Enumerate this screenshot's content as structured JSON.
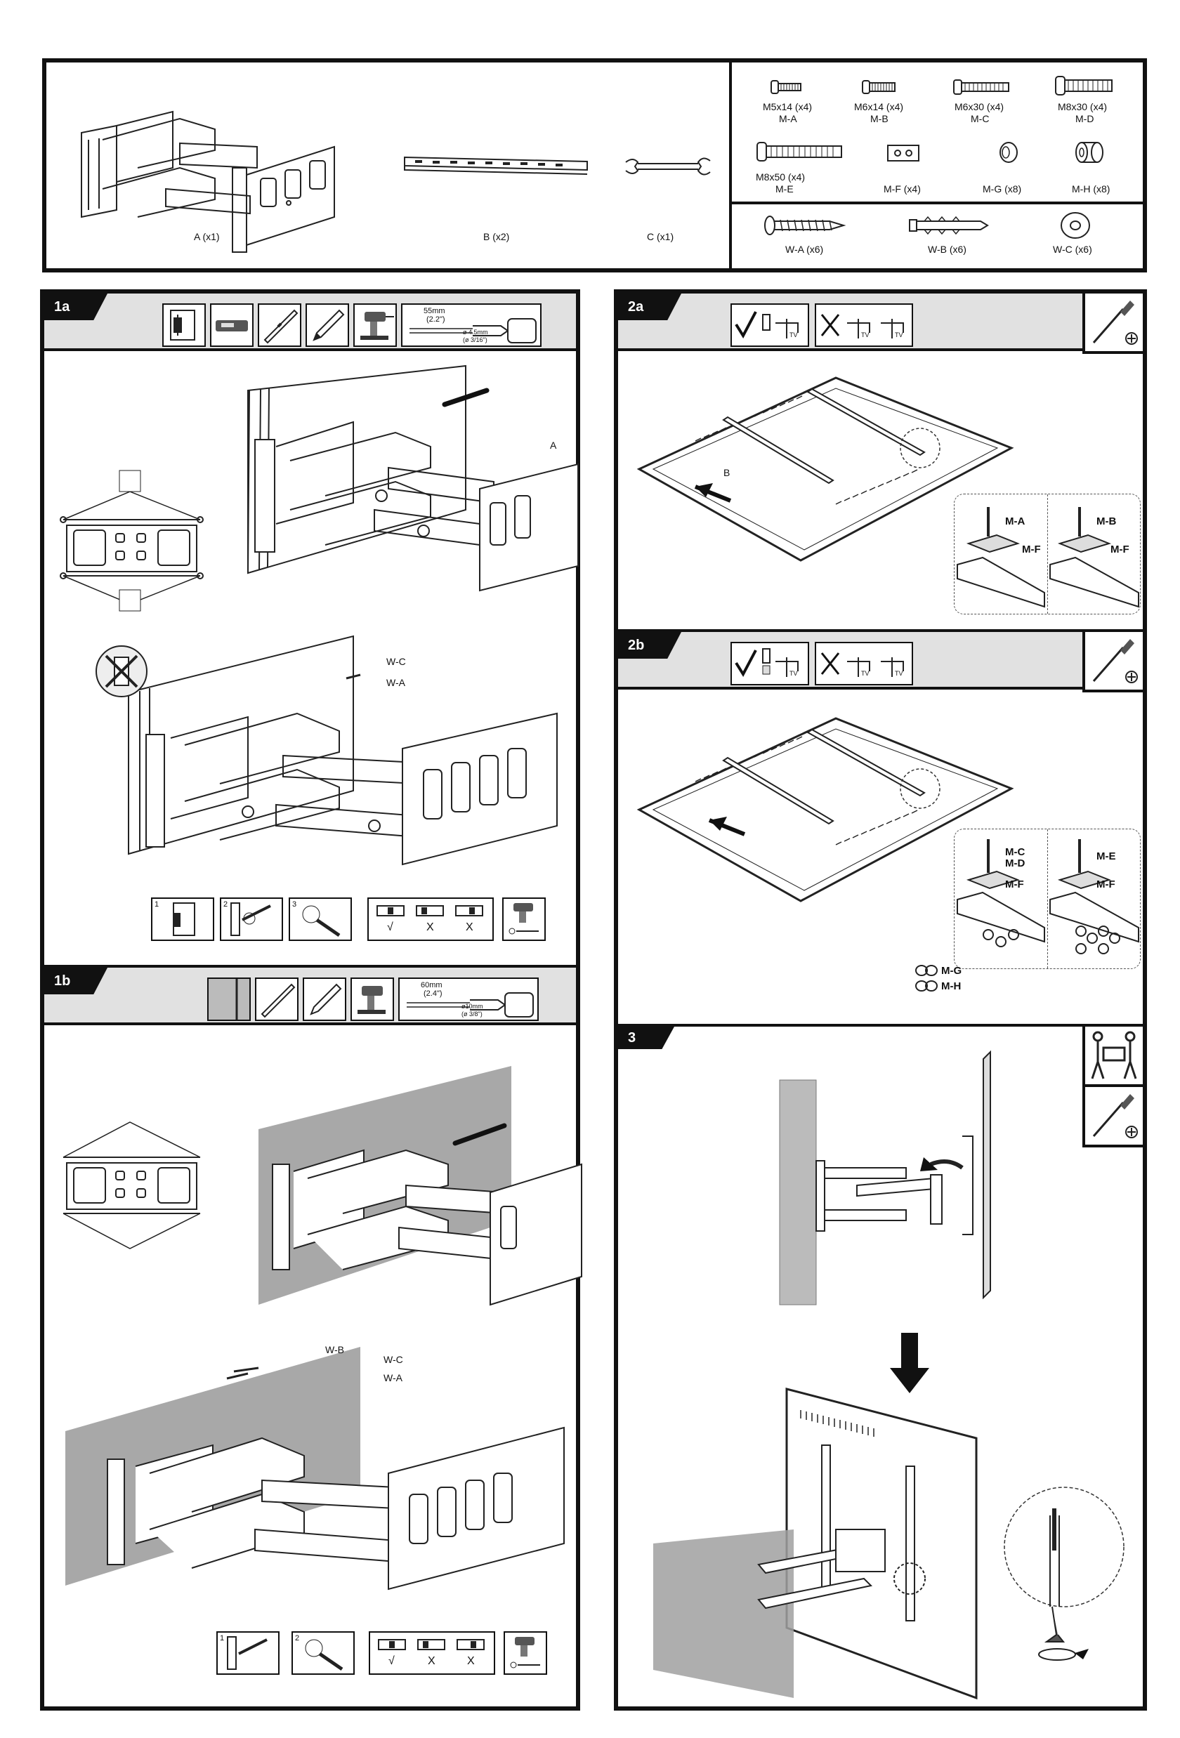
{
  "parts": {
    "main": [
      {
        "label": "A (x1)"
      },
      {
        "label": "B (x2)"
      },
      {
        "label": "C (x1)"
      }
    ],
    "screws_row1": [
      {
        "size": "M5x14 (x4)",
        "code": "M-A"
      },
      {
        "size": "M6x14 (x4)",
        "code": "M-B"
      },
      {
        "size": "M6x30 (x4)",
        "code": "M-C"
      },
      {
        "size": "M8x30 (x4)",
        "code": "M-D"
      }
    ],
    "screws_row2": [
      {
        "size": "M8x50 (x4)",
        "code": "M-E"
      },
      {
        "label": "M-F (x4)"
      },
      {
        "label": "M-G (x8)"
      },
      {
        "label": "M-H (x8)"
      }
    ],
    "wall_hardware": [
      {
        "label": "W-A (x6)"
      },
      {
        "label": "W-B (x6)"
      },
      {
        "label": "W-C (x6)"
      }
    ]
  },
  "steps": {
    "s1a": {
      "tag": "1a",
      "dim_top": "55mm",
      "dim_top_in": "(2.2\")",
      "dim_dia": "ø 4.5mm",
      "dim_dia_in": "(ø 3/16\")",
      "part_a": "A",
      "wc": "W-C",
      "wa": "W-A",
      "sub_labels": [
        "1",
        "2",
        "3"
      ],
      "check": "√",
      "x1": "X",
      "x2": "X"
    },
    "s1b": {
      "tag": "1b",
      "dim_top": "60mm",
      "dim_top_in": "(2.4\")",
      "dim_dia": "ø10mm",
      "dim_dia_in": "(ø 3/8\")",
      "wb": "W-B",
      "wc": "W-C",
      "wa": "W-A",
      "sub_labels": [
        "1",
        "2"
      ],
      "check": "√",
      "x1": "X",
      "x2": "X"
    },
    "s2a": {
      "tag": "2a",
      "part_b": "B",
      "left": {
        "screw": "M-A",
        "spacer": "M-F"
      },
      "right": {
        "screw": "M-B",
        "spacer": "M-F"
      },
      "tv": "TV"
    },
    "s2b": {
      "tag": "2b",
      "left": {
        "screw1": "M-C",
        "screw2": "M-D",
        "spacer": "M-F"
      },
      "right": {
        "screw": "M-E",
        "spacer": "M-F"
      },
      "mg": "M-G",
      "mh": "M-H",
      "tv": "TV"
    },
    "s3": {
      "tag": "3"
    }
  },
  "icons": {
    "screwdriver": "phillips-screwdriver-icon",
    "two_person": "two-person-lift-icon",
    "drill": "drill-icon",
    "level": "spirit-level-icon",
    "pencil": "pencil-icon",
    "stud_finder": "stud-finder-icon"
  }
}
